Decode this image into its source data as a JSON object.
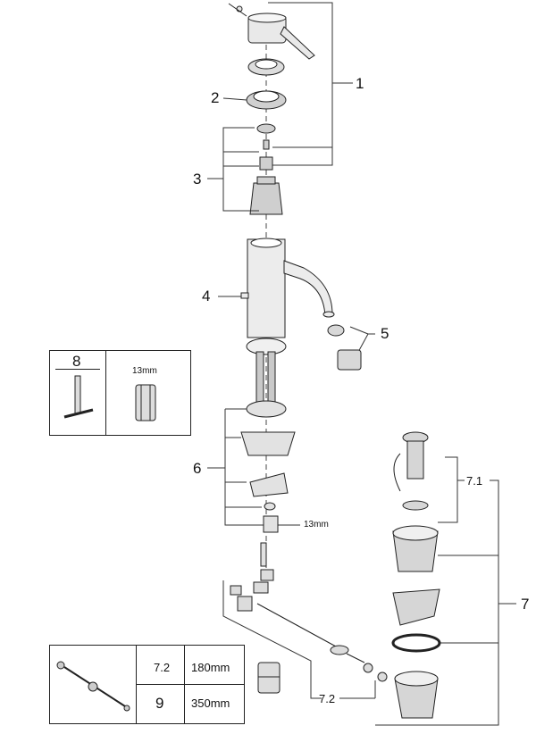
{
  "callouts": {
    "c1": "1",
    "c2": "2",
    "c3": "3",
    "c4": "4",
    "c5": "5",
    "c6": "6",
    "c7": "7",
    "c7_1": "7.1",
    "c7_2": "7.2",
    "c8": "8",
    "wrench_size_a": "13mm",
    "wrench_size_b": "13mm"
  },
  "tool_table": {
    "label": "8",
    "size": "13mm"
  },
  "rod_table": {
    "rows": [
      {
        "code": "7.2",
        "length": "180mm"
      },
      {
        "code": "9",
        "length": "350mm"
      }
    ]
  }
}
